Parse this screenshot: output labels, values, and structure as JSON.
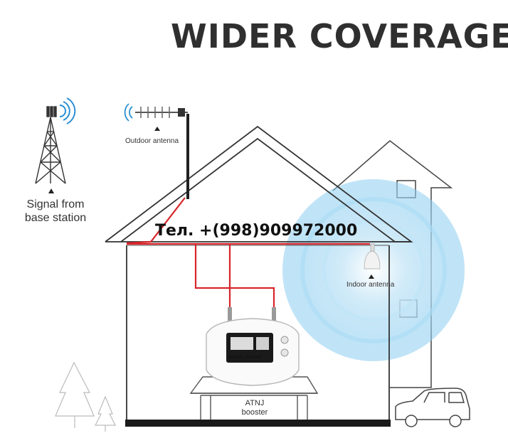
{
  "title": "WIDER COVERAGE",
  "phone": "Тел. +(998)909972000",
  "labels": {
    "signal_line1": "Signal from",
    "signal_line2": "base station",
    "outdoor_antenna": "Outdoor antenna",
    "indoor_antenna": "Indoor antenna",
    "booster_line1": "ATNJ",
    "booster_line2": "booster",
    "device_brand": "SIGNAL EXPERT"
  },
  "colors": {
    "cable": "#d8262b",
    "coverage": "#7cc6ef",
    "outline": "#333333",
    "title": "#2f2f2f"
  },
  "icons": [
    "cell-tower-icon",
    "outdoor-antenna-icon",
    "indoor-antenna-icon",
    "booster-device-icon",
    "car-icon",
    "tree-icon"
  ]
}
